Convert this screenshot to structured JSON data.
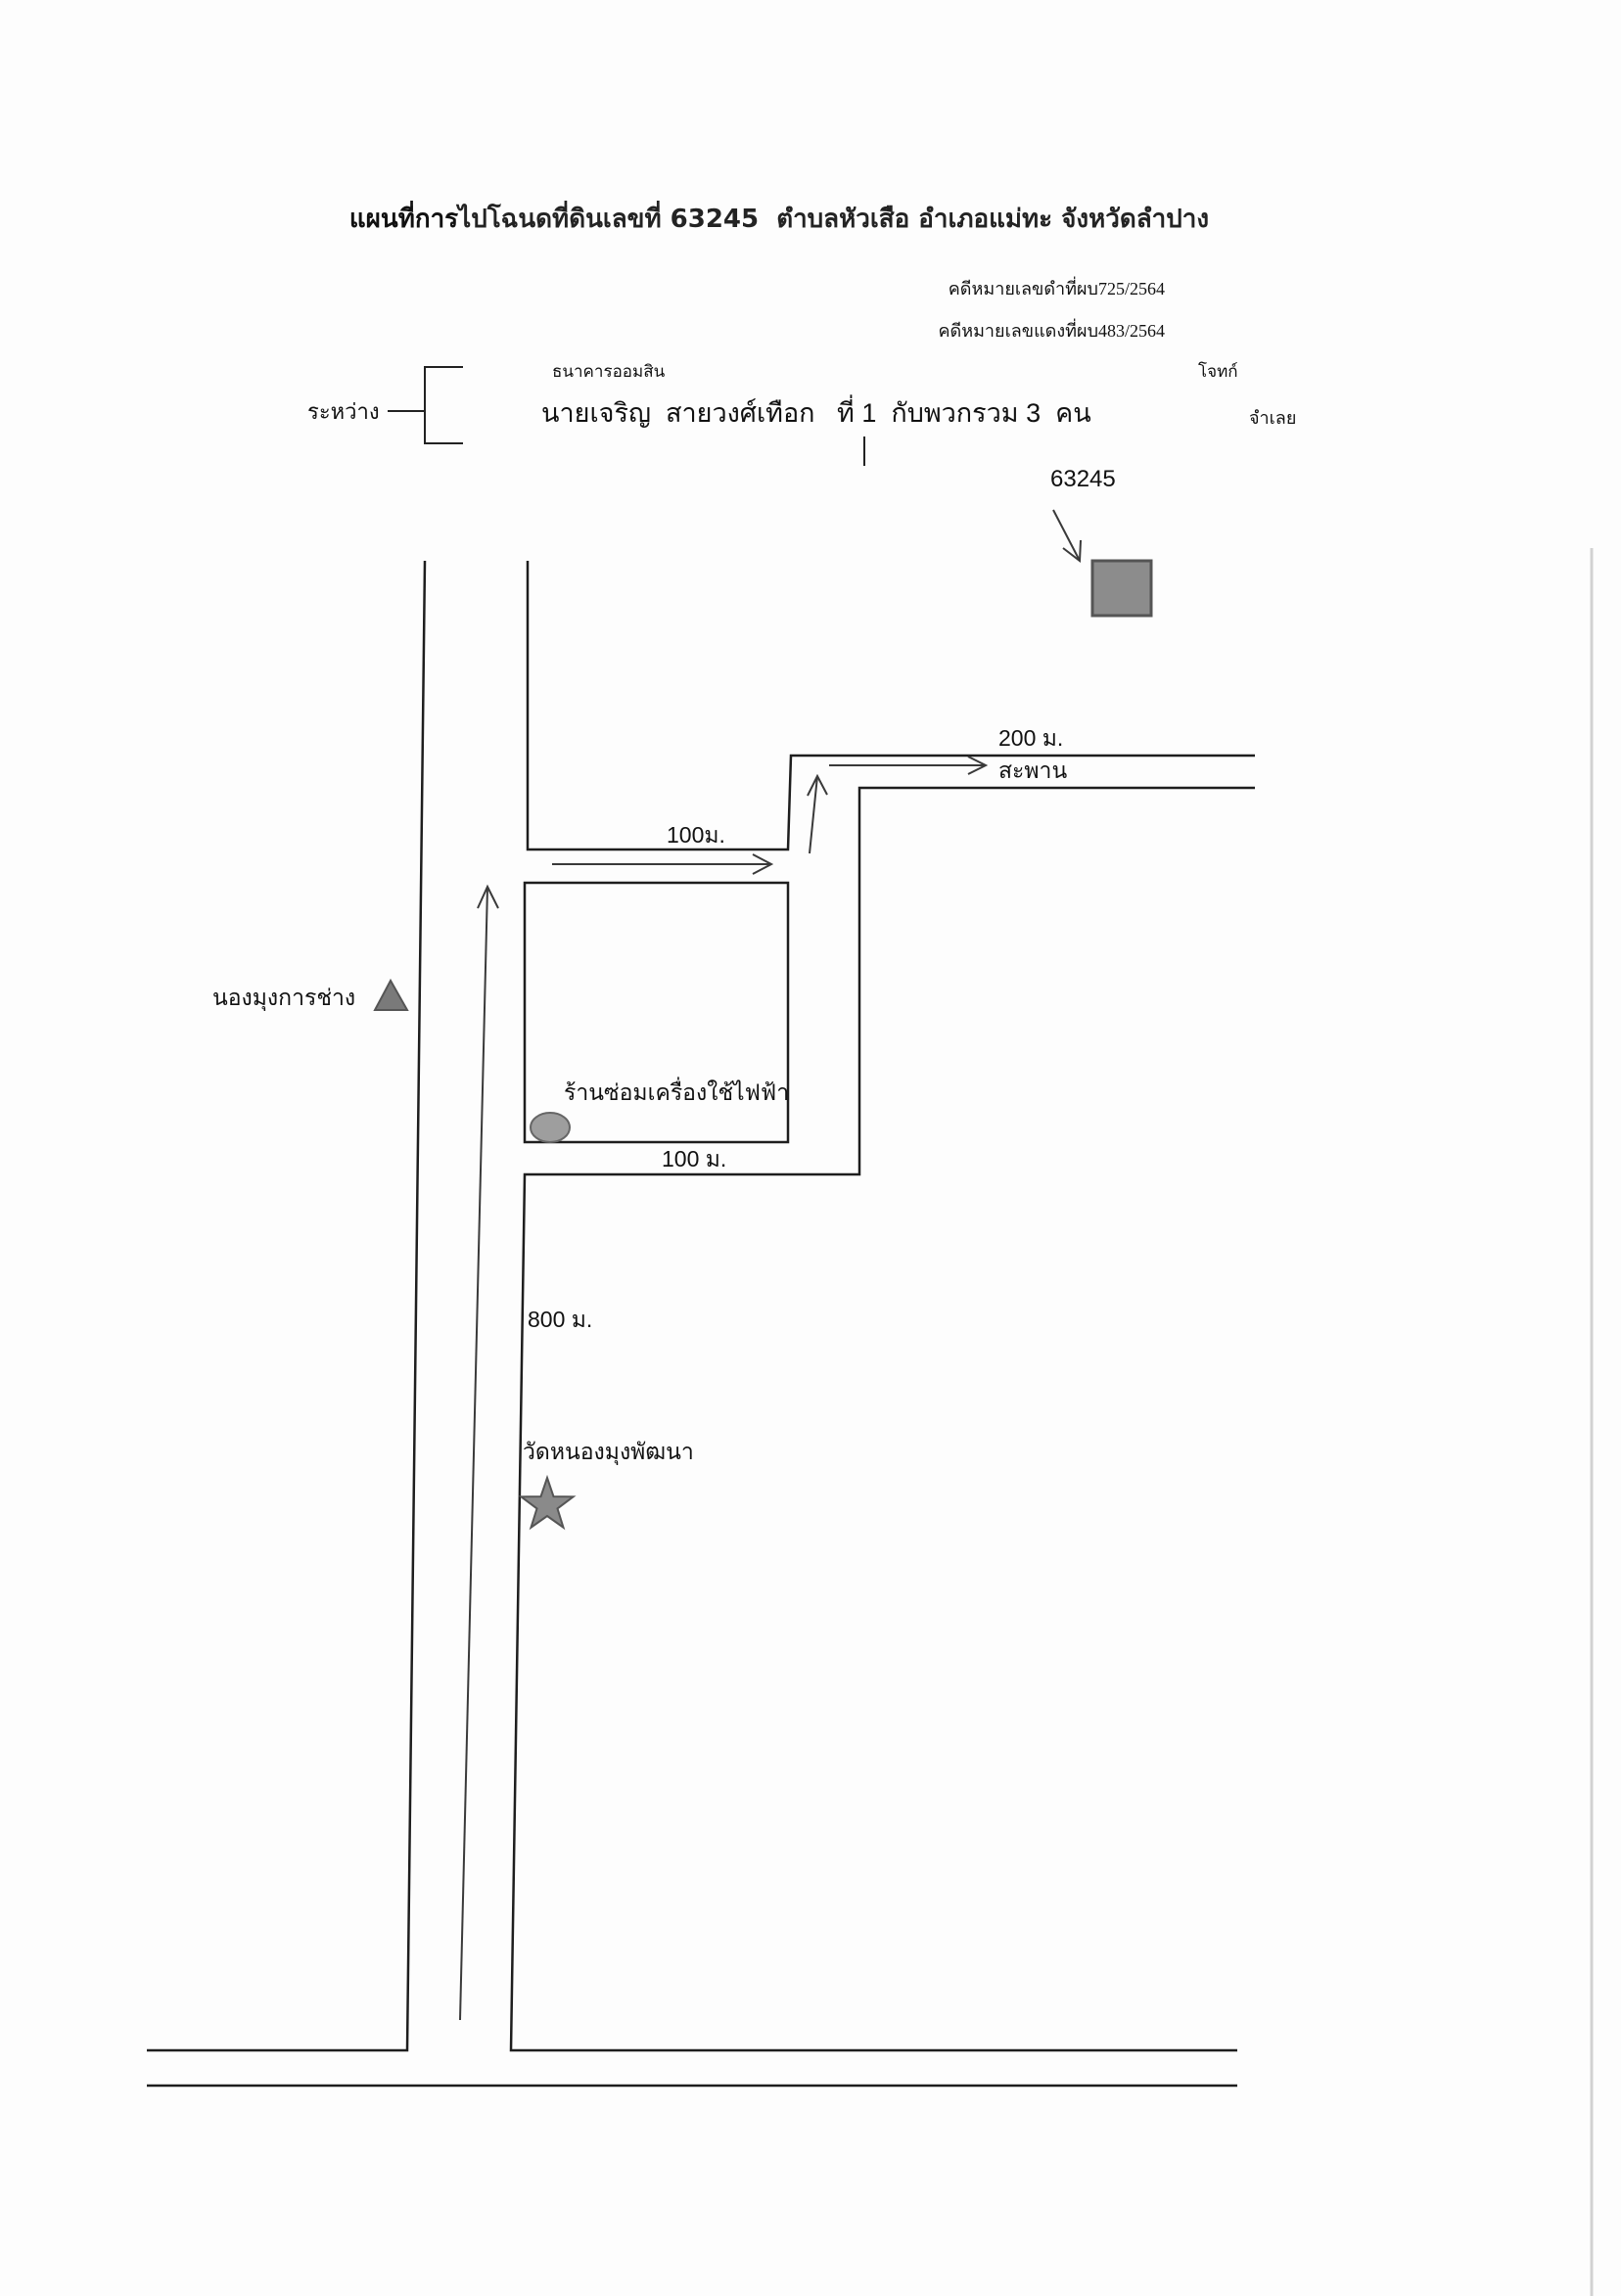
{
  "document": {
    "title_bold": "แผนที่การ",
    "title_rest": "ไปโฉนดที่ดินเลขที่ 63245  ตำบลหัวเสือ อำเภอแม่ทะ จังหวัดลำปาง",
    "black_case_no": "คดีหมายเลขดำที่ผบ725/2564",
    "red_case_no": "คดีหมายเลขแดงที่ผบ483/2564",
    "between_label": "ระหว่าง",
    "plaintiff_name": "ธนาคารออมสิน",
    "plaintiff_role": "โจทก์",
    "defendant_name": "นายเจริญ  สายวงศ์เทือก   ที่ 1  กับพวกรวม 3  คน",
    "defendant_role": "จำเลย"
  },
  "map": {
    "destination": {
      "label": "63245",
      "icon": "square-icon",
      "color": "#8c8c8c"
    },
    "bridge": {
      "distance": "200 ม.",
      "label": "สะพาน"
    },
    "segment_top": "100ม.",
    "segment_middle": "100 ม.",
    "segment_main": "800 ม.",
    "landmarks": [
      {
        "label": "นองมุงการช่าง",
        "icon": "triangle-icon",
        "color": "#7a7a7a"
      },
      {
        "label": "ร้านซ่อมเครื่องใช้ไฟฟ้า",
        "icon": "circle-icon",
        "color": "#9e9e9e"
      },
      {
        "label": "วัดหนองมุงพัฒนา",
        "icon": "star-icon",
        "color": "#8a8a8a"
      }
    ]
  }
}
